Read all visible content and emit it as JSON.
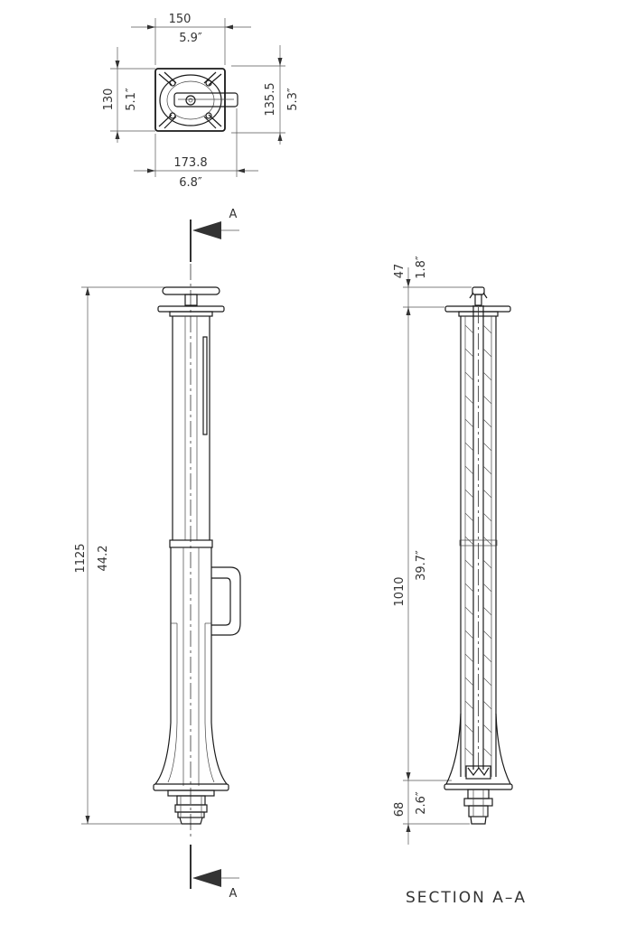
{
  "top_view": {
    "width_mm": "150",
    "width_in": "5.9″",
    "height_mm": "130",
    "height_in": "5.1″",
    "total_height_mm": "135.5",
    "total_height_in": "5.3″",
    "total_width_mm": "173.8",
    "total_width_in": "6.8″"
  },
  "front_view": {
    "section_mark_top": "A",
    "section_mark_bottom": "A",
    "height_mm": "1125",
    "height_in": "44.2"
  },
  "section_view": {
    "top_mm": "47",
    "top_in": "1.8″",
    "body_mm": "1010",
    "body_in": "39.7″",
    "bottom_mm": "68",
    "bottom_in": "2.6″",
    "title": "SECTION A–A"
  }
}
